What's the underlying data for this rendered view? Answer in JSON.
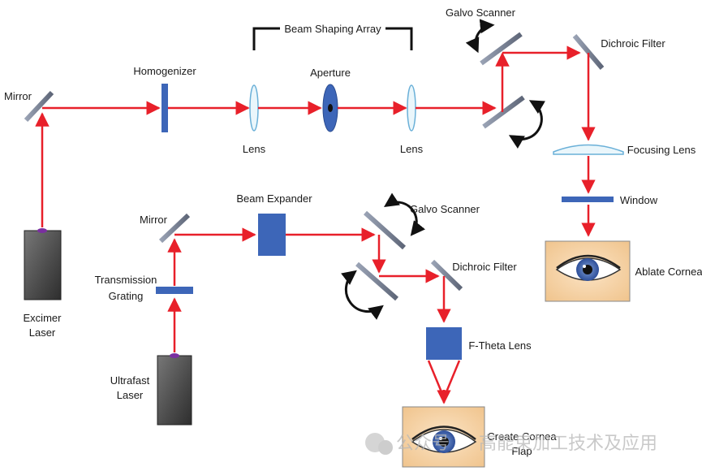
{
  "upper_path": {
    "mirror": "Mirror",
    "homogenizer": "Homogenizer",
    "beam_shaping_array": "Beam Shaping Array",
    "lens_1": "Lens",
    "aperture": "Aperture",
    "lens_2": "Lens",
    "galvo_scanner": "Galvo Scanner",
    "dichroic_filter": "Dichroic Filter",
    "focusing_lens": "Focusing Lens",
    "window": "Window",
    "ablate_cornea": "Ablate Cornea",
    "excimer_laser_line1": "Excimer",
    "excimer_laser_line2": "Laser"
  },
  "lower_path": {
    "mirror": "Mirror",
    "beam_expander": "Beam Expander",
    "galvo_scanner": "Galvo Scanner",
    "dichroic_filter": "Dichroic Filter",
    "transmission_grating_line1": "Transmission",
    "transmission_grating_line2": "Grating",
    "f_theta_lens": "F-Theta Lens",
    "create_cornea_flap_line1": "Create Cornea",
    "create_cornea_flap_line2": "Flap",
    "ultrafast_laser_line1": "Ultrafast",
    "ultrafast_laser_line2": "Laser"
  },
  "watermark": {
    "prefix": "公众号",
    "text": "高能束加工技术及应用"
  },
  "colors": {
    "beam": "#e8202a",
    "component_blue": "#3d66b8",
    "laser_body": "#555555",
    "arrow_black": "#111111"
  }
}
